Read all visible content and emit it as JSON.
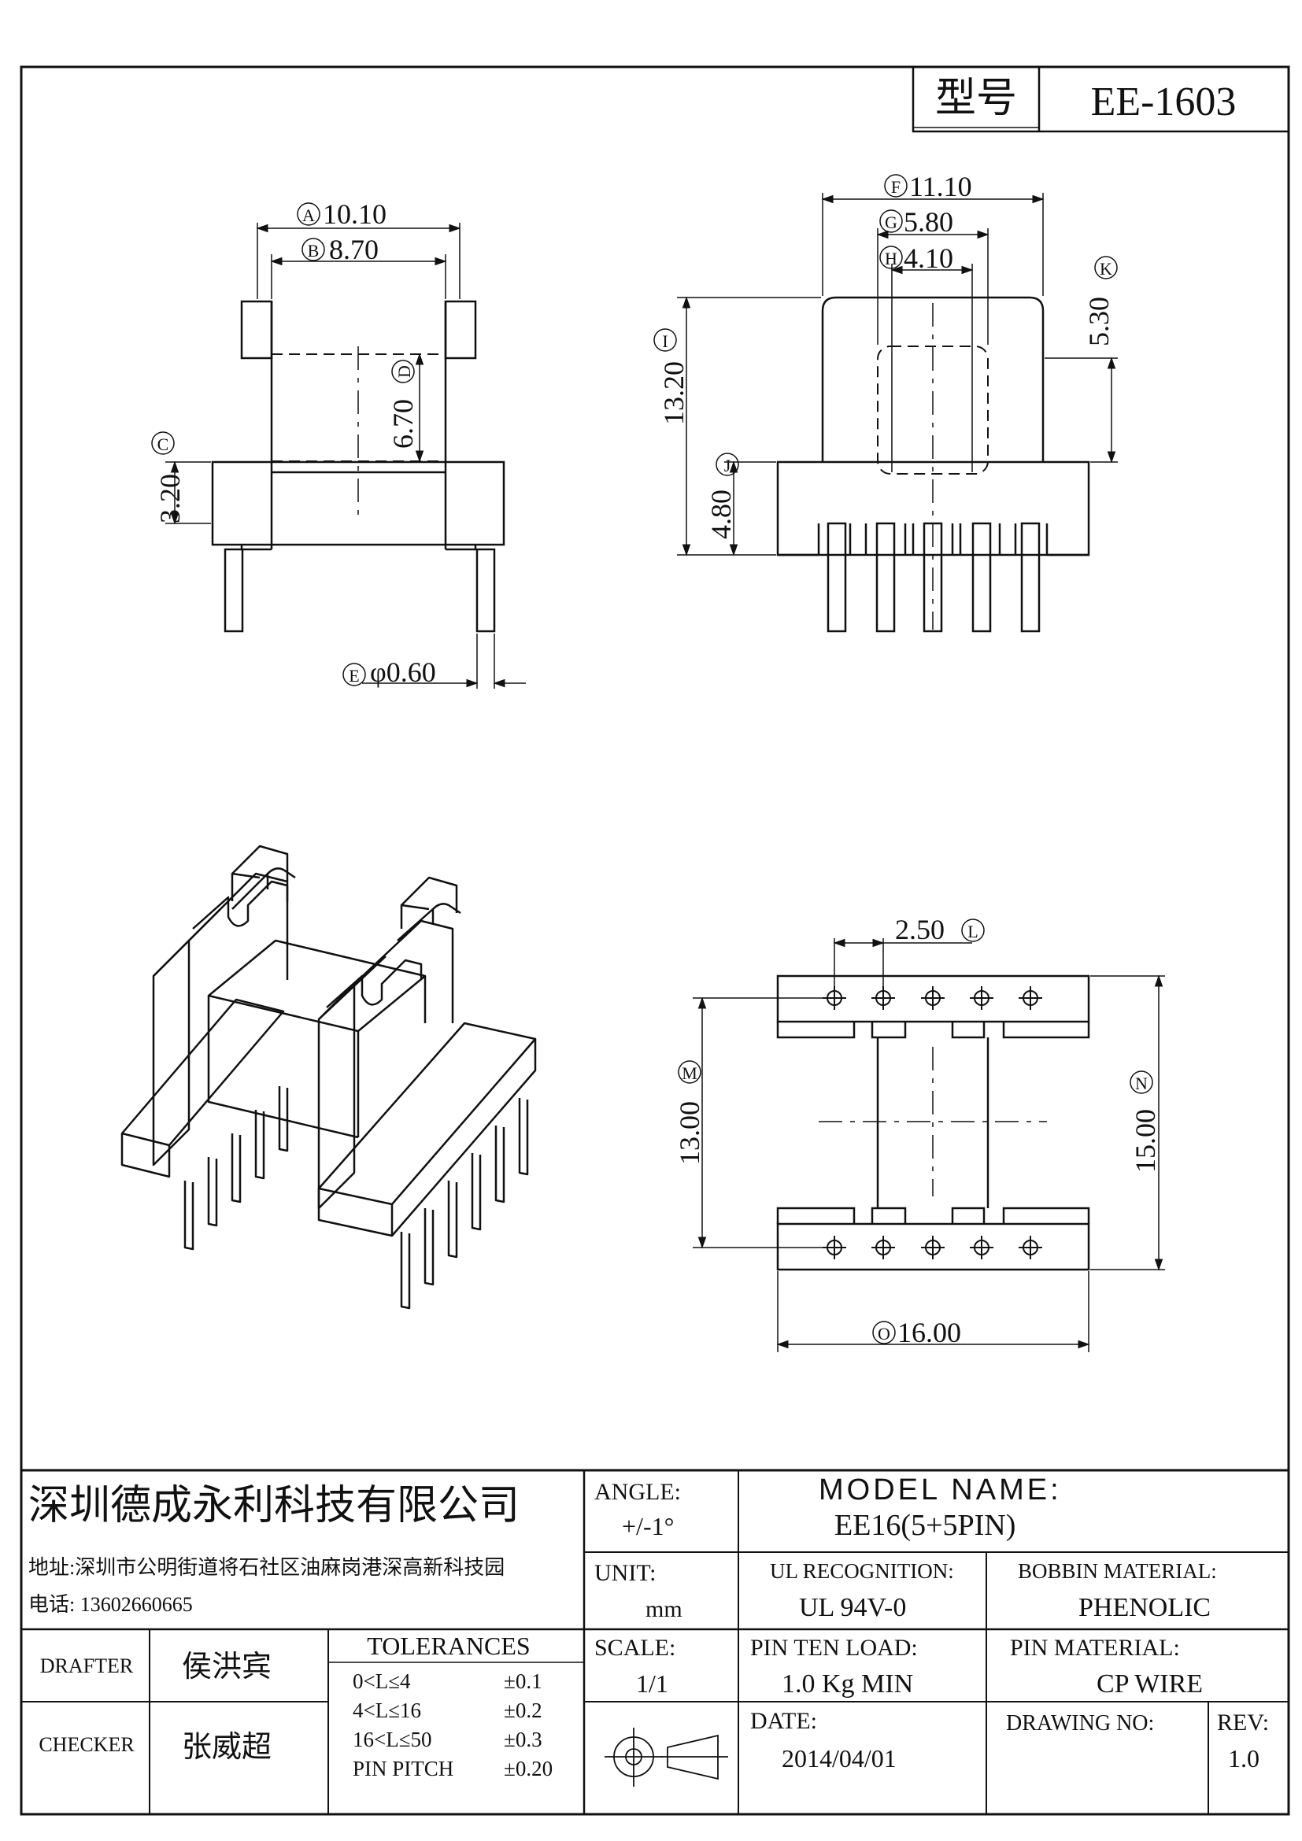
{
  "title_block": {
    "type_label": "型号",
    "type_value": "EE-1603"
  },
  "dimensions": {
    "A": {
      "letter": "A",
      "value": "10.10"
    },
    "B": {
      "letter": "B",
      "value": "8.70"
    },
    "C": {
      "letter": "C",
      "value": "3.20"
    },
    "D": {
      "letter": "D",
      "value": "6.70"
    },
    "E": {
      "letter": "E",
      "value": "φ0.60"
    },
    "F": {
      "letter": "F",
      "value": "11.10"
    },
    "G": {
      "letter": "G",
      "value": "5.80"
    },
    "H": {
      "letter": "H",
      "value": "4.10"
    },
    "I": {
      "letter": "I",
      "value": "13.20"
    },
    "J": {
      "letter": "J",
      "value": "4.80"
    },
    "K": {
      "letter": "K",
      "value": "5.30"
    },
    "L": {
      "letter": "L",
      "value": "2.50"
    },
    "M": {
      "letter": "M",
      "value": "13.00"
    },
    "N": {
      "letter": "N",
      "value": "15.00"
    },
    "O": {
      "letter": "O",
      "value": "16.00"
    }
  },
  "company": {
    "name": "深圳德成永利科技有限公司",
    "address": "地址:深圳市公明街道将石社区油麻岗港深高新科技园",
    "phone": "电话: 13602660665"
  },
  "specs": {
    "angle_label": "ANGLE:",
    "angle_value": "+/-1°",
    "model_label": "MODEL NAME:",
    "model_value": "EE16(5+5PIN)",
    "unit_label": "UNIT:",
    "unit_value": "mm",
    "ul_label": "UL RECOGNITION:",
    "ul_value": "UL 94V-0",
    "bobbin_label": "BOBBIN MATERIAL:",
    "bobbin_value": "PHENOLIC",
    "scale_label": "SCALE:",
    "scale_value": "1/1",
    "pin_load_label": "PIN TEN LOAD:",
    "pin_load_value": "1.0 Kg MIN",
    "pin_material_label": "PIN MATERIAL:",
    "pin_material_value": "CP WIRE",
    "date_label": "DATE:",
    "date_value": "2014/04/01",
    "drawing_no_label": "DRAWING NO:",
    "rev_label": "REV:",
    "rev_value": "1.0"
  },
  "staff": {
    "drafter_label": "DRAFTER",
    "drafter_name": "侯洪宾",
    "checker_label": "CHECKER",
    "checker_name": "张威超"
  },
  "tolerances": {
    "title": "TOLERANCES",
    "rows": [
      {
        "range": "0<L≤4",
        "value": "±0.1"
      },
      {
        "range": "4<L≤16",
        "value": "±0.2"
      },
      {
        "range": "16<L≤50",
        "value": "±0.3"
      },
      {
        "range": "PIN PITCH",
        "value": "±0.20"
      }
    ]
  }
}
